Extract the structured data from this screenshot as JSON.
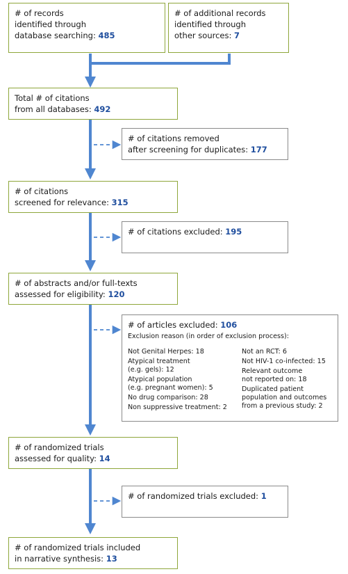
{
  "colors": {
    "arrow": "#4f86d0",
    "num": "#1f4e9e",
    "green_border": "#8ea63a",
    "gray_border": "#8a8a8a"
  },
  "box1": {
    "line1": "# of records",
    "line2": "identified through",
    "line3": "database searching:",
    "num": "485"
  },
  "box2": {
    "line1": "# of additional records",
    "line2": "identified through",
    "line3": "other sources:",
    "num": "7"
  },
  "box3": {
    "line1": "Total # of citations",
    "line2": "from all databases:",
    "num": "492"
  },
  "box4": {
    "line1": "# of citations removed",
    "line2": "after screening for duplicates:",
    "num": "177"
  },
  "box5": {
    "line1": "# of citations",
    "line2": "screened for relevance:",
    "num": "315"
  },
  "box6": {
    "line1": "# of citations excluded:",
    "num": "195"
  },
  "box7": {
    "line1": "# of abstracts and/or full-texts",
    "line2": "assessed for eligibility:",
    "num": "120"
  },
  "box8": {
    "line1": "# of articles excluded:",
    "num": "106",
    "reason_title": "Exclusion reason (in order of exclusion process):",
    "left": [
      "Not Genital Herpes: 18",
      "Atypical treatment",
      "(e.g. gels): 12",
      "Atypical population",
      "(e.g. pregnant women): 5",
      "No drug comparison: 28",
      "Non suppressive treatment: 2"
    ],
    "right": [
      "Not an RCT: 6",
      "Not HIV-1 co-infected: 15",
      "Relevant outcome",
      "not reported on: 18",
      "Duplicated patient",
      "population and outcomes",
      "from a previous study: 2"
    ]
  },
  "box9": {
    "line1": "# of randomized trials",
    "line2": "assessed for quality:",
    "num": "14"
  },
  "box10": {
    "line1": "# of randomized trials excluded:",
    "num": "1"
  },
  "box11": {
    "line1": "# of randomized trials included",
    "line2": "in narrative synthesis:",
    "num": "13"
  }
}
